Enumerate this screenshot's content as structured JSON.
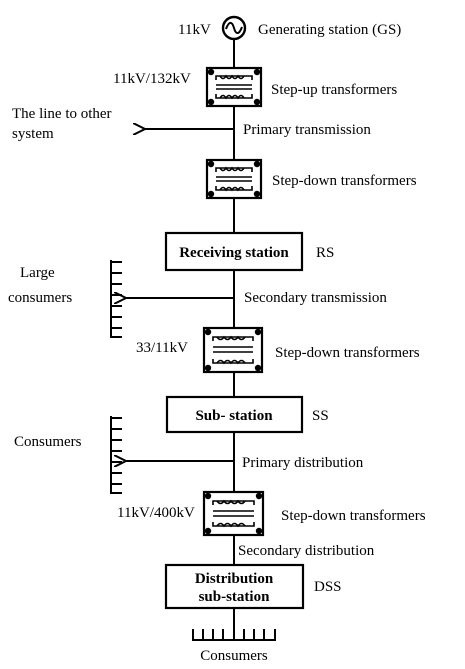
{
  "generator": {
    "voltage": "11kV",
    "label": "Generating station (GS)",
    "icon": "ac-source-icon"
  },
  "transformers": [
    {
      "id": "step-up",
      "ratio": "11kV/132kV",
      "label": "Step-up transformers",
      "icon": "transformer-icon"
    },
    {
      "id": "step-down-1",
      "ratio": "",
      "label": "Step-down transformers",
      "icon": "transformer-icon"
    },
    {
      "id": "step-down-2",
      "ratio": "33/11kV",
      "label": "Step-down transformers",
      "icon": "transformer-icon"
    },
    {
      "id": "step-down-3",
      "ratio": "11kV/400kV",
      "label": "Step-down transformers",
      "icon": "transformer-icon"
    }
  ],
  "stations": [
    {
      "id": "receiving",
      "lines": [
        "Receiving station"
      ],
      "abbr": "RS"
    },
    {
      "id": "sub",
      "lines": [
        "Sub- station"
      ],
      "abbr": "SS"
    },
    {
      "id": "distribution",
      "lines": [
        "Distribution",
        "sub-station"
      ],
      "abbr": "DSS"
    }
  ],
  "links": {
    "primary_transmission": "Primary transmission",
    "secondary_transmission": "Secondary transmission",
    "primary_distribution": "Primary distribution",
    "secondary_distribution": "Secondary distribution"
  },
  "branches": {
    "other_system": [
      "The line to other",
      "system"
    ],
    "large_consumers": [
      "Large",
      "consumers"
    ],
    "consumers_mid": "Consumers",
    "consumers_bottom": "Consumers"
  }
}
